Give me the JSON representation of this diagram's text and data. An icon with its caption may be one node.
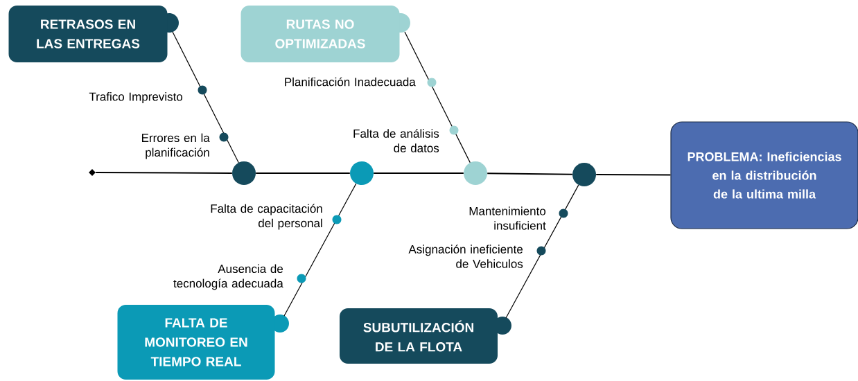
{
  "diagram": {
    "nodes": [
      {
        "text": [
          "RETRASOS EN LAS ENTREGAS"
        ]
      },
      {
        "text": [
          "RUTAS NO OPTIMIZADAS"
        ]
      },
      {
        "text": [
          "FALTA DE MONITOREO EN TIEMPO REAL"
        ]
      },
      {
        "text": [
          "SUBUTILIZACIÓN DE LA FLOTA"
        ]
      },
      {
        "text": [
          "PROBLEMA: Ineficiencias en la distribución de la ultima milla"
        ]
      },
      {
        "text": [],
        "shape": "diamond"
      },
      {
        "text": [],
        "shape": "circle"
      },
      {
        "text": [],
        "shape": "circle"
      },
      {
        "text": [],
        "shape": "circle"
      },
      {
        "text": [],
        "shape": "circle"
      }
    ],
    "edges": [
      {
        "from": 5,
        "to": 6,
        "arrow": "none"
      },
      {
        "from": 6,
        "to": 7,
        "arrow": "none"
      },
      {
        "from": 7,
        "to": 8,
        "arrow": "none"
      },
      {
        "from": 8,
        "to": 9,
        "arrow": "none"
      },
      {
        "from": 9,
        "to": 4,
        "arrow": "none"
      },
      {
        "from": 0,
        "to": 6,
        "arrow": "none"
      },
      {
        "from": 1,
        "to": 8,
        "arrow": "none"
      },
      {
        "from": 2,
        "to": 7,
        "arrow": "none"
      },
      {
        "from": 3,
        "to": 9,
        "arrow": "none"
      }
    ],
    "labels": [
      "Trafico Imprevisto",
      "Errores en la planificación",
      "Planificación Inadecuada",
      "Falta de análisis de datos",
      "Falta de capacitación del personal",
      "Ausencia de tecnología adecuada",
      "Mantenimiento insuficient",
      "Asignación ineficiente de Vehiculos"
    ]
  }
}
